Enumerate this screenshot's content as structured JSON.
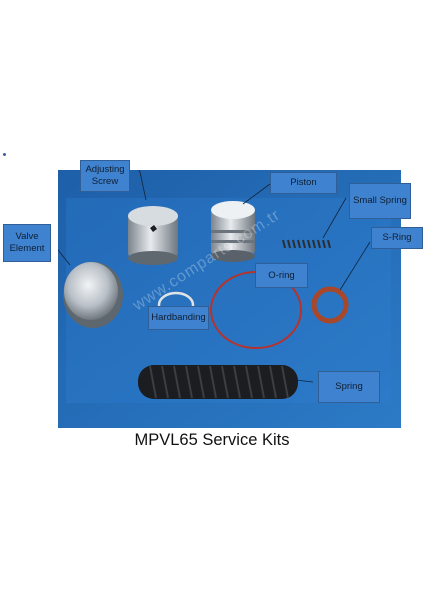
{
  "labels": {
    "adjusting_screw": "Adjusting Screw",
    "piston": "Piston",
    "small_spring": "Small Spring",
    "s_ring": "S-Ring",
    "valve_element": "Valve Element",
    "o_ring": "O-ring",
    "hardbanding": "Hardbanding",
    "spring": "Spring"
  },
  "caption": "MPVL65 Service Kits",
  "watermark": "www.comparts.com.tr",
  "colors": {
    "tray_blue": "#2a6fb8",
    "callout_blue": "#3f82cf",
    "o_ring_red": "#b8322a"
  }
}
